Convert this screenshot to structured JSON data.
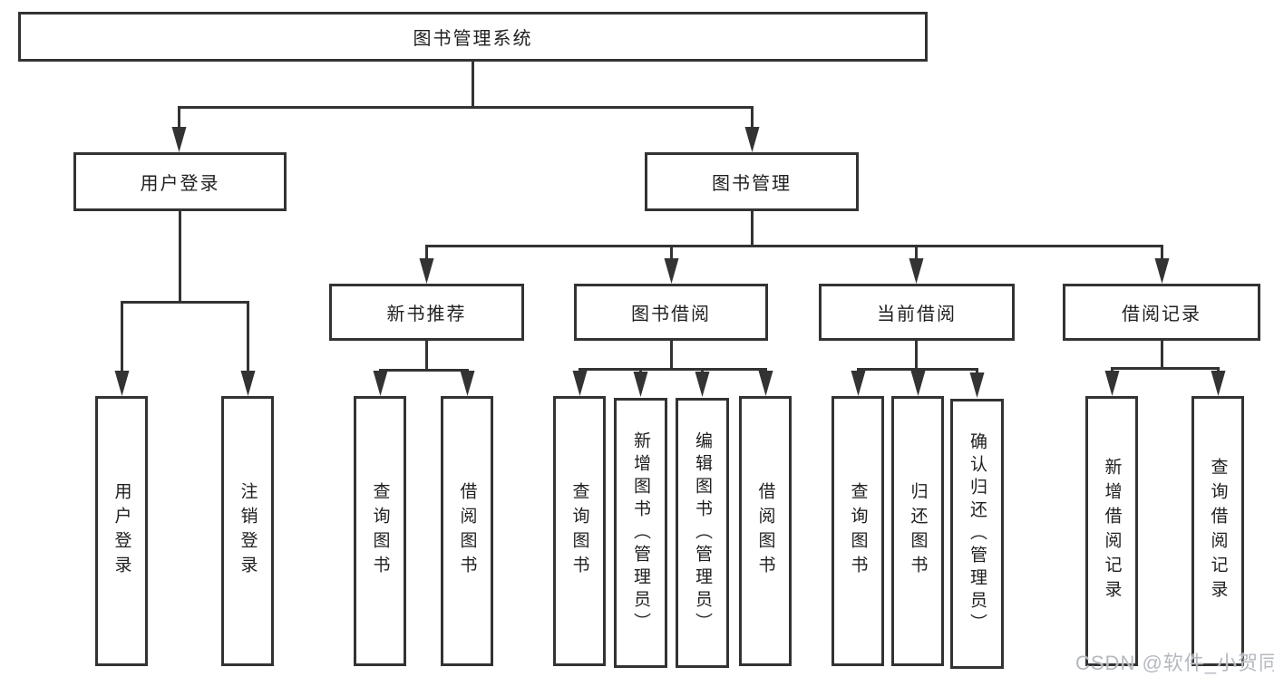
{
  "diagram": {
    "root": {
      "label": "图书管理系统"
    },
    "level2": {
      "user_login": {
        "label": "用户登录"
      },
      "book_mgmt": {
        "label": "图书管理"
      }
    },
    "level3": {
      "new_books": {
        "label": "新书推荐"
      },
      "book_borrow": {
        "label": "图书借阅"
      },
      "current_borrow": {
        "label": "当前借阅"
      },
      "borrow_records": {
        "label": "借阅记录"
      }
    },
    "leaves": {
      "user_login_leaf": {
        "label": "用户登录"
      },
      "logout_leaf": {
        "label": "注销登录"
      },
      "nb_query": {
        "label": "查询图书"
      },
      "nb_borrow": {
        "label": "借阅图书"
      },
      "bb_query": {
        "label": "查询图书"
      },
      "bb_add": {
        "label": "新增图书（管理员）"
      },
      "bb_edit": {
        "label": "编辑图书（管理员）"
      },
      "bb_borrow": {
        "label": "借阅图书"
      },
      "cb_query": {
        "label": "查询图书"
      },
      "cb_return": {
        "label": "归还图书"
      },
      "cb_confirm": {
        "label": "确认归还（管理员）"
      },
      "br_add": {
        "label": "新增借阅记录"
      },
      "br_query": {
        "label": "查询借阅记录"
      }
    },
    "colors": {
      "line": "#333333",
      "text": "#1f1f1f",
      "background": "#ffffff",
      "watermark": "#b5bac0"
    },
    "watermark": "CSDN @软件_小贺同学"
  }
}
